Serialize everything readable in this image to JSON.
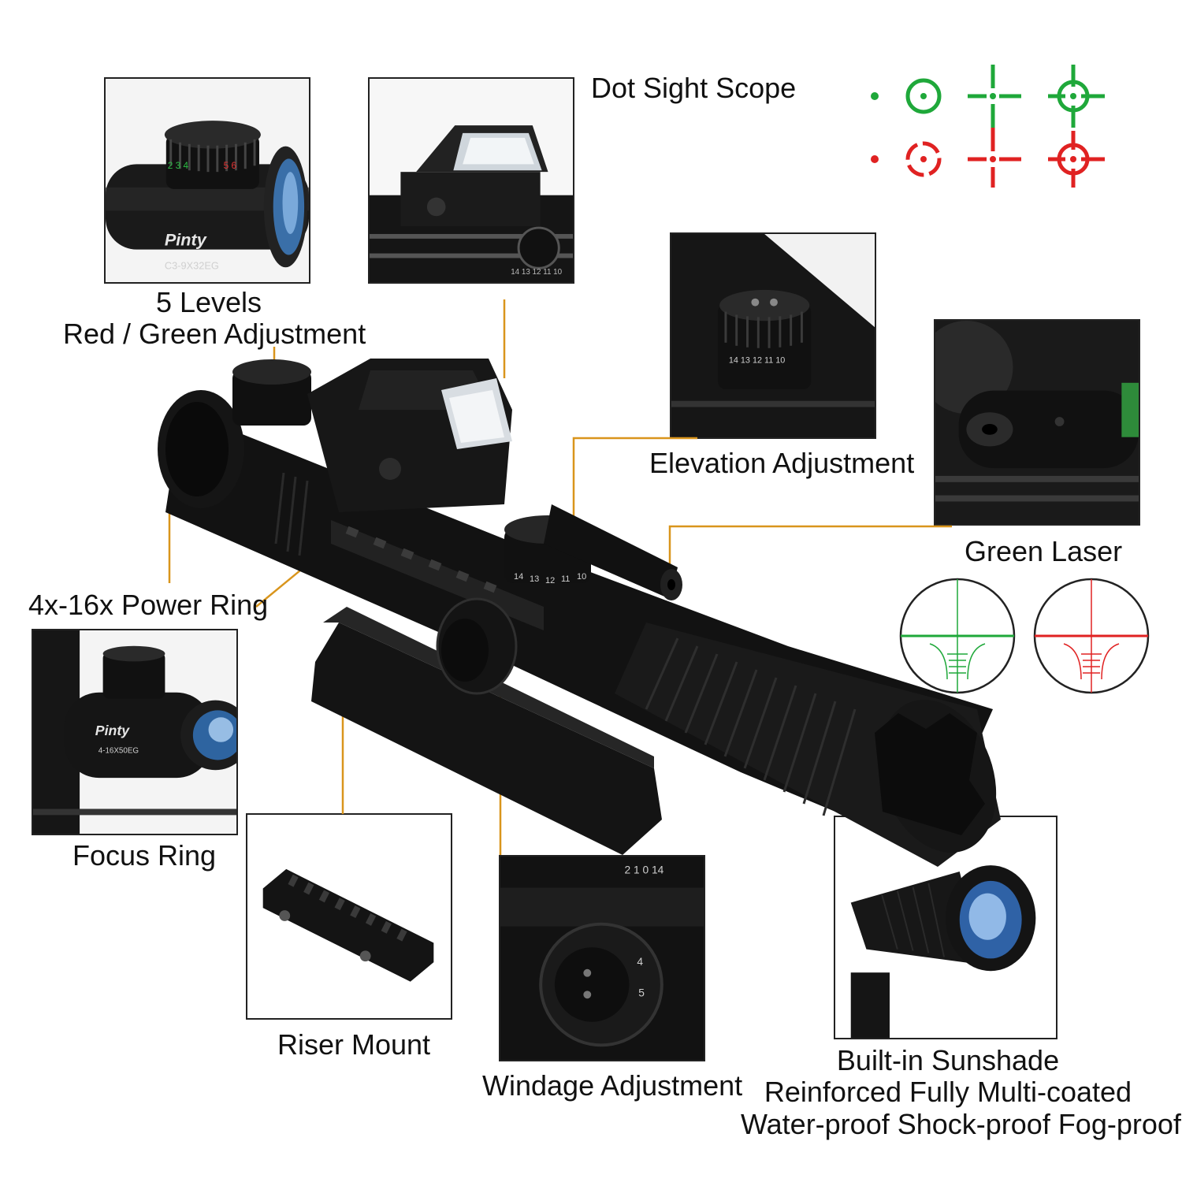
{
  "labels": {
    "levels_line1": "5 Levels",
    "levels_line2": "Red / Green Adjustment",
    "dot_sight": "Dot Sight Scope",
    "elevation": "Elevation Adjustment",
    "green_laser": "Green Laser",
    "power_ring": "4x-16x Power Ring",
    "focus_ring": "Focus Ring",
    "riser_mount": "Riser Mount",
    "windage": "Windage Adjustment",
    "sunshade_line1": "Built-in Sunshade",
    "sunshade_line2": "Reinforced Fully Multi-coated",
    "sunshade_line3": "Water-proof Shock-proof Fog-proof"
  },
  "product_markings": {
    "small_scope_brand": "Pinty",
    "small_scope_model": "C3-9X32EG",
    "large_scope_brand": "Pinty",
    "large_scope_model": "4-16X50EG"
  },
  "dial_numbers": [
    "14",
    "13",
    "12",
    "11",
    "10"
  ],
  "colors": {
    "leader": "#d9951c",
    "reticle_green": "#1fa83a",
    "reticle_red": "#e02222",
    "scope_body": "#141414"
  },
  "reticle_icons": [
    "dot-icon",
    "circle-dot-icon",
    "crosshair-icon",
    "circle-crosshair-icon"
  ]
}
